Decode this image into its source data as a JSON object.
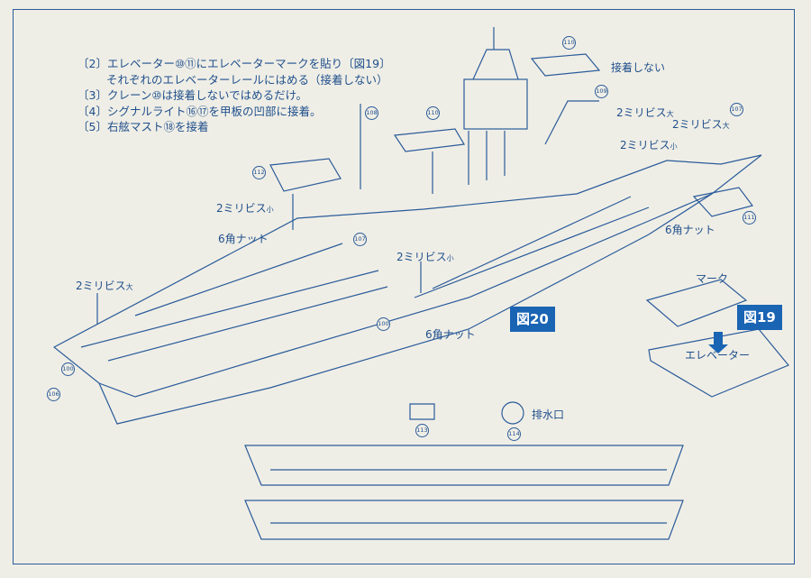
{
  "instructions": {
    "line1": "〔2〕エレベーター⑩⑪にエレベーターマークを貼り〔図19〕",
    "line2": "それぞれのエレベーターレールにはめる（接着しない）",
    "line3": "〔3〕クレーン⑩は接着しないではめるだけ。",
    "line4": "〔4〕シグナルライト⑯⑰を甲板の凹部に接着。",
    "line5": "〔5〕右舷マスト⑱を接着"
  },
  "labels": {
    "no_glue": "接着しない",
    "screw_small": "2ミリビス",
    "screw_large": "2ミリビス",
    "size_small": "小",
    "size_large": "大",
    "hex_nut": "6角ナット",
    "mark": "マーク",
    "elevator": "エレベーター",
    "drain": "排水口"
  },
  "figures": {
    "fig20": "図20",
    "fig19": "図19"
  },
  "part_numbers": {
    "p110a": "110",
    "p110b": "110",
    "p109": "109",
    "p107a": "107",
    "p108": "108",
    "p112": "112",
    "p107b": "107",
    "p111": "111",
    "p106": "106",
    "p100a": "100",
    "p100b": "100",
    "p113": "113",
    "p114": "114"
  },
  "colors": {
    "ink": "#1f4f8c",
    "badge": "#1a64b4",
    "paper": "#efeee6"
  }
}
